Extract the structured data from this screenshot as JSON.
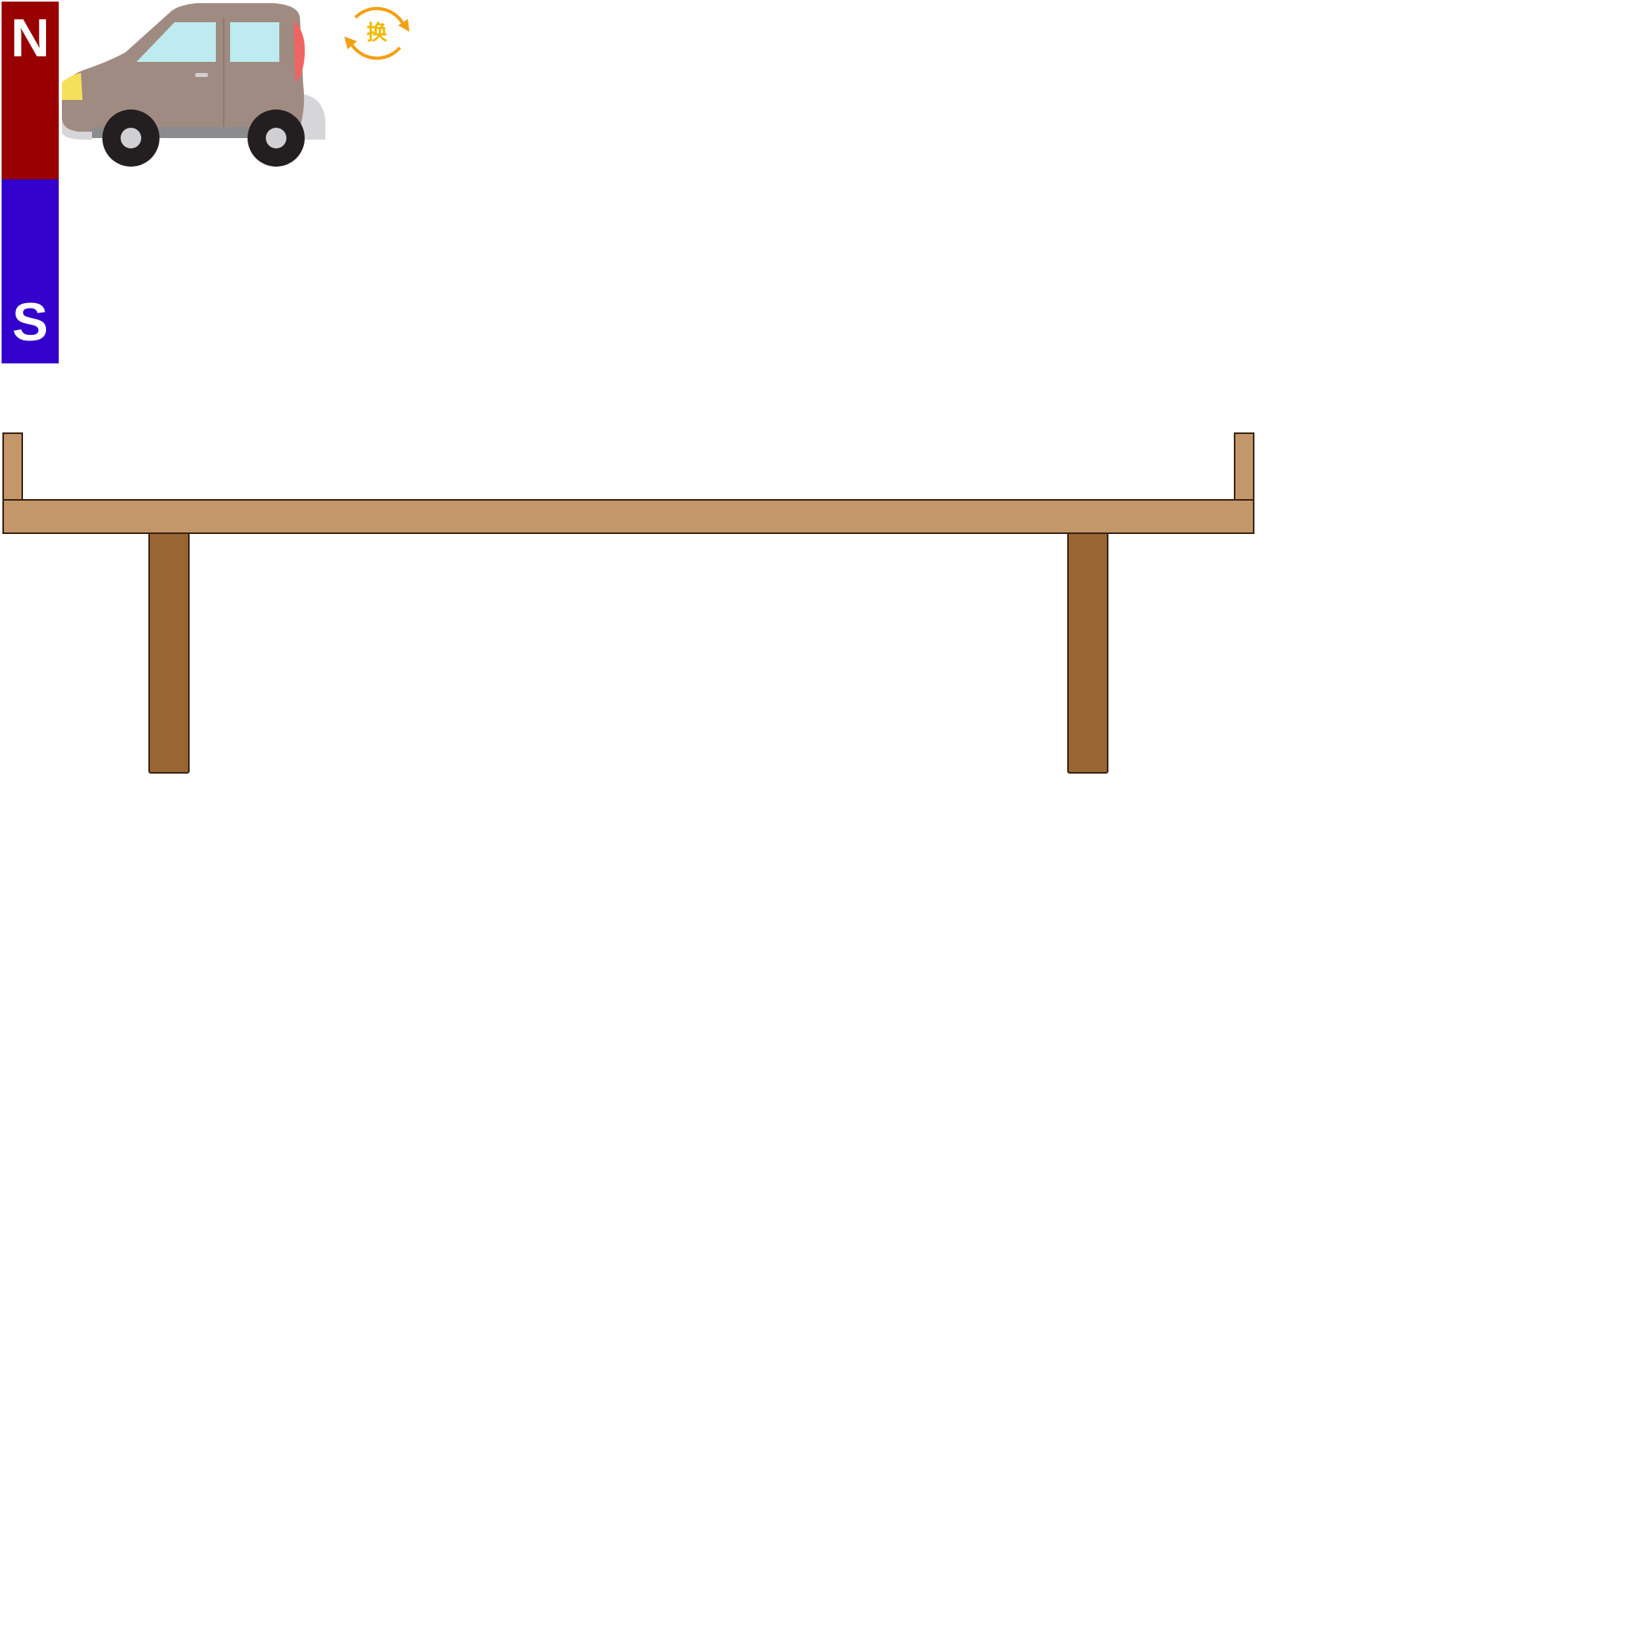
{
  "magnet": {
    "north_label": "N",
    "south_label": "S",
    "north_color": "#990000",
    "south_color": "#3300cc",
    "label_color": "#ffffff"
  },
  "car": {
    "icon": "car-icon",
    "body_color": "#a08b82",
    "window_color": "#bdebef",
    "headlight_color": "#f5e05a",
    "taillight_color": "#f06464",
    "tire_color": "#231f20",
    "hubcap_color": "#d0d0d2",
    "bumper_color": "#d6d6d8"
  },
  "swap_button": {
    "label": "换",
    "icon": "swap-arrows-icon",
    "color": "#f2a012",
    "label_color": "#f2b800"
  },
  "track": {
    "surface_color": "#c4976a",
    "leg_color": "#996633",
    "outline_color": "#3b2414"
  }
}
